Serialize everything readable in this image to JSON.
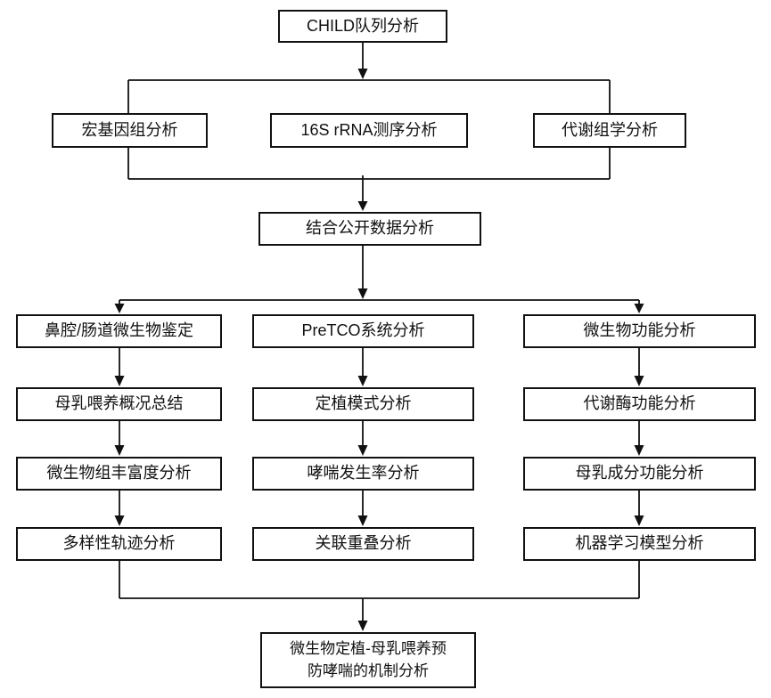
{
  "flowchart": {
    "root": {
      "label": "CHILD队列分析"
    },
    "level2": [
      {
        "label": "宏基因组分析"
      },
      {
        "label": "16S rRNA测序分析"
      },
      {
        "label": "代谢组学分析"
      }
    ],
    "merge": {
      "label": "结合公开数据分析"
    },
    "columns": [
      {
        "steps": [
          {
            "label": "鼻腔/肠道微生物鉴定"
          },
          {
            "label": "母乳喂养概况总结"
          },
          {
            "label": "微生物组丰富度分析"
          },
          {
            "label": "多样性轨迹分析"
          }
        ]
      },
      {
        "steps": [
          {
            "label": "PreTCO系统分析"
          },
          {
            "label": "定植模式分析"
          },
          {
            "label": "哮喘发生率分析"
          },
          {
            "label": "关联重叠分析"
          }
        ]
      },
      {
        "steps": [
          {
            "label": "微生物功能分析"
          },
          {
            "label": "代谢酶功能分析"
          },
          {
            "label": "母乳成分功能分析"
          },
          {
            "label": "机器学习模型分析"
          }
        ]
      }
    ],
    "final": {
      "label": "微生物定植-母乳喂养预\n防哮喘的机制分析"
    },
    "colors": {
      "background": "#ffffff",
      "line": "#111111",
      "box_fill": "#ffffff",
      "box_border": "#111111",
      "text": "#111111"
    }
  }
}
